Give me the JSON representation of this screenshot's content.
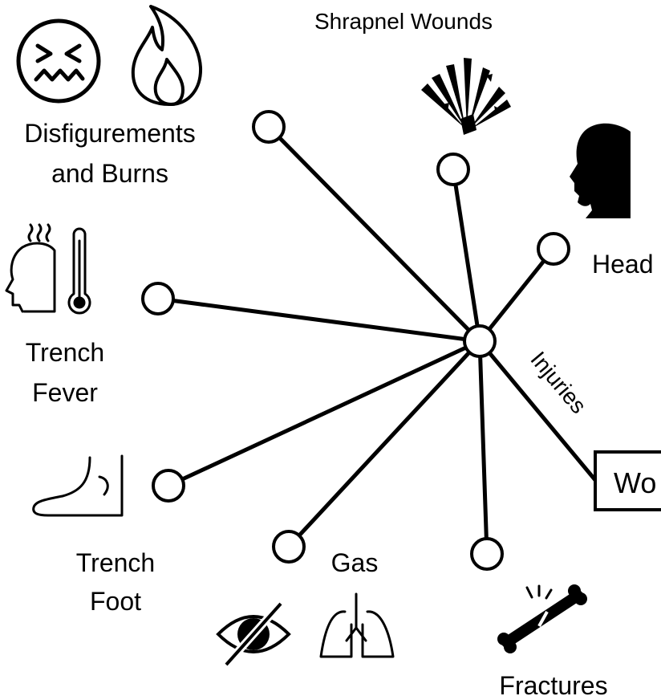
{
  "hub_label": "Injuries",
  "root_box_text": "Wo",
  "labels": {
    "shrapnel": "Shrapnel Wounds",
    "disfigurements_line1": "Disfigurements",
    "disfigurements_line2": "and Burns",
    "head": "Head",
    "trench_fever_line1": "Trench",
    "trench_fever_line2": "Fever",
    "trench_foot_line1": "Trench",
    "trench_foot_line2": "Foot",
    "gas": "Gas",
    "fractures": "Fractures"
  },
  "icons": [
    "nauseated-face-icon",
    "flame-icon",
    "shrapnel-explosion-icon",
    "head-silhouette-icon",
    "fever-head-thermometer-icon",
    "foot-icon",
    "blind-eye-icon",
    "lungs-icon",
    "broken-bone-icon"
  ]
}
